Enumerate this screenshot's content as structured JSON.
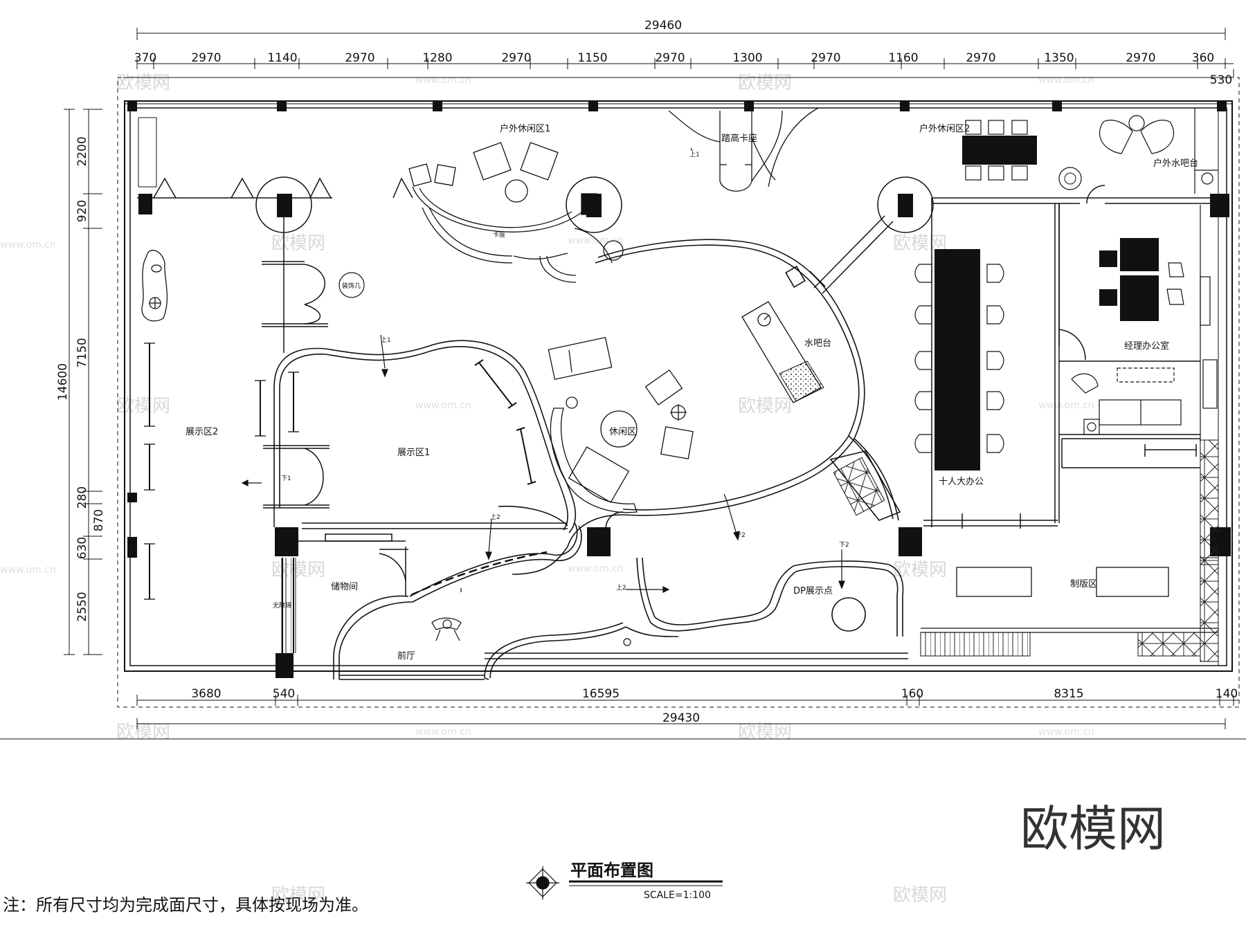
{
  "drawing": {
    "title": "平面布置图",
    "scale": "SCALE=1:100",
    "note": "注：所有尺寸均为完成面尺寸，具体按现场为准。",
    "brand_mark": "欧模网",
    "watermark_text": "欧模网",
    "watermark_url": "www.om.cn"
  },
  "dimensions": {
    "top_total": "29460",
    "top_segments": [
      "370",
      "2970",
      "1140",
      "2970",
      "1280",
      "2970",
      "1150",
      "2970",
      "1300",
      "2970",
      "1160",
      "2970",
      "1350",
      "2970",
      "360"
    ],
    "top_right_extra": "530",
    "bottom_segments": [
      "3680",
      "540",
      "16595",
      "160",
      "8315",
      "140"
    ],
    "bottom_total": "29430",
    "left_total": "14600",
    "left_outer": [
      "2200",
      "920",
      "7150",
      "280",
      "870",
      "630",
      "2550"
    ]
  },
  "rooms": {
    "outdoor1": "户外休闲区1",
    "booth": "踏高卡座",
    "outdoor2": "户外休闲区2",
    "outdoor_bar": "户外水吧台",
    "display2": "展示区2",
    "display1": "展示区1",
    "lounge": "休闲区",
    "water_bar": "水吧台",
    "office10": "十人大办公",
    "manager": "经理办公室",
    "storage": "储物间",
    "lobby": "前厅",
    "dp_point": "DP展示点",
    "print_area": "制版区"
  },
  "small_labels": {
    "decor": "装饰几",
    "booth_small": "卡座",
    "up1": "上1",
    "up1b": "上1",
    "up2": "上2",
    "up2b": "上2",
    "down1": "下1",
    "down2": "下2",
    "f2": "F2",
    "store_side": "无障碍"
  }
}
